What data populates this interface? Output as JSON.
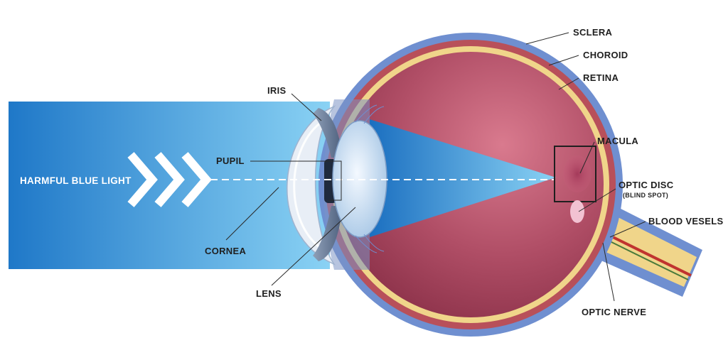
{
  "beam": {
    "label": "HARMFUL BLUE LIGHT"
  },
  "labels": {
    "sclera": "SCLERA",
    "choroid": "CHOROID",
    "retina": "RETINA",
    "iris": "IRIS",
    "pupil": "PUPIL",
    "macula": "MACULA",
    "optic_disc": "OPTIC DISC",
    "optic_disc_note": "(BLIND SPOT)",
    "blood_vessels": "BLOOD VESELS",
    "cornea": "CORNEA",
    "lens": "LENS",
    "optic_nerve": "OPTIC NERVE"
  },
  "colors": {
    "beam_dark": "#1f78c8",
    "beam_light": "#8ad2f4",
    "sclera": "#6f8fd0",
    "choroid": "#b8505a",
    "retina": "#f0d58a",
    "vitreous_dark": "#8a3048",
    "vitreous_light": "#d97a8e",
    "cornea": "#e8eef6",
    "lens": "#c9def2",
    "optic_disc": "#f2c2d2",
    "vessel_red": "#c0342f",
    "vessel_green": "#4a7a3a"
  }
}
